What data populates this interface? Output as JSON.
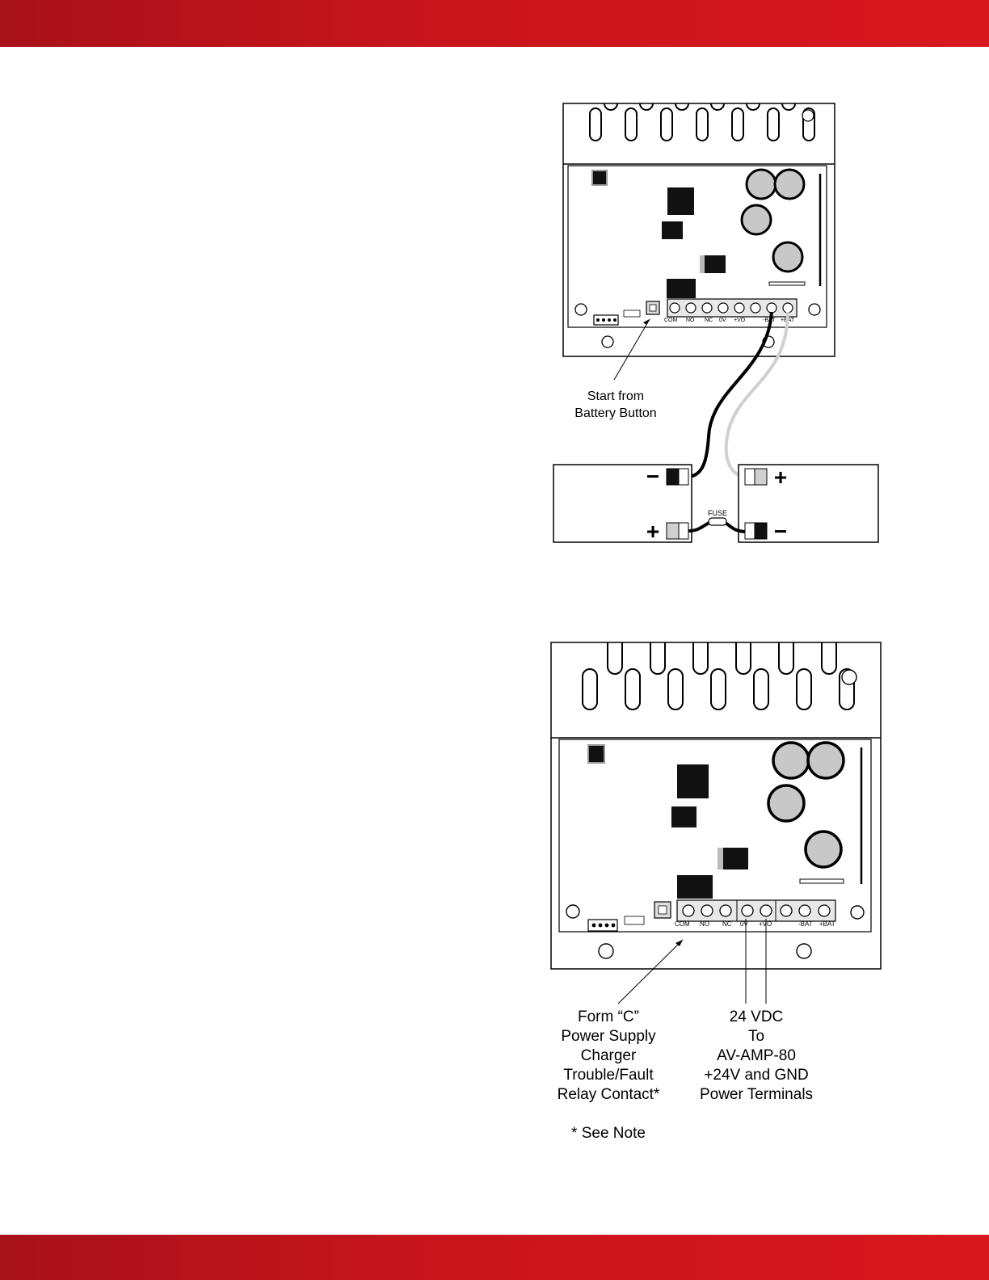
{
  "diagram1": {
    "callout": [
      "Start from",
      "Battery Button"
    ],
    "terminals": [
      "COM",
      "NO",
      "NC",
      "0V",
      "+VO",
      "-BAT",
      "+BAT"
    ],
    "fuse_label": "FUSE",
    "battery_neg_symbol": "−",
    "battery_pos_symbol": "+"
  },
  "diagram2": {
    "terminals": [
      "COM",
      "NO",
      "NC",
      "0V",
      "+VO",
      "-BAT",
      "+BAT"
    ],
    "left_callout": [
      "Form “C”",
      "Power Supply",
      "Charger",
      "Trouble/Fault",
      "Relay Contact*"
    ],
    "right_callout": [
      "24 VDC",
      "To",
      "AV-AMP-80",
      "+24V and GND",
      "Power Terminals"
    ],
    "note": "* See Note"
  },
  "colors": {
    "brand_red": "#c9141c",
    "capacitor_gray": "#c8c8c8"
  }
}
